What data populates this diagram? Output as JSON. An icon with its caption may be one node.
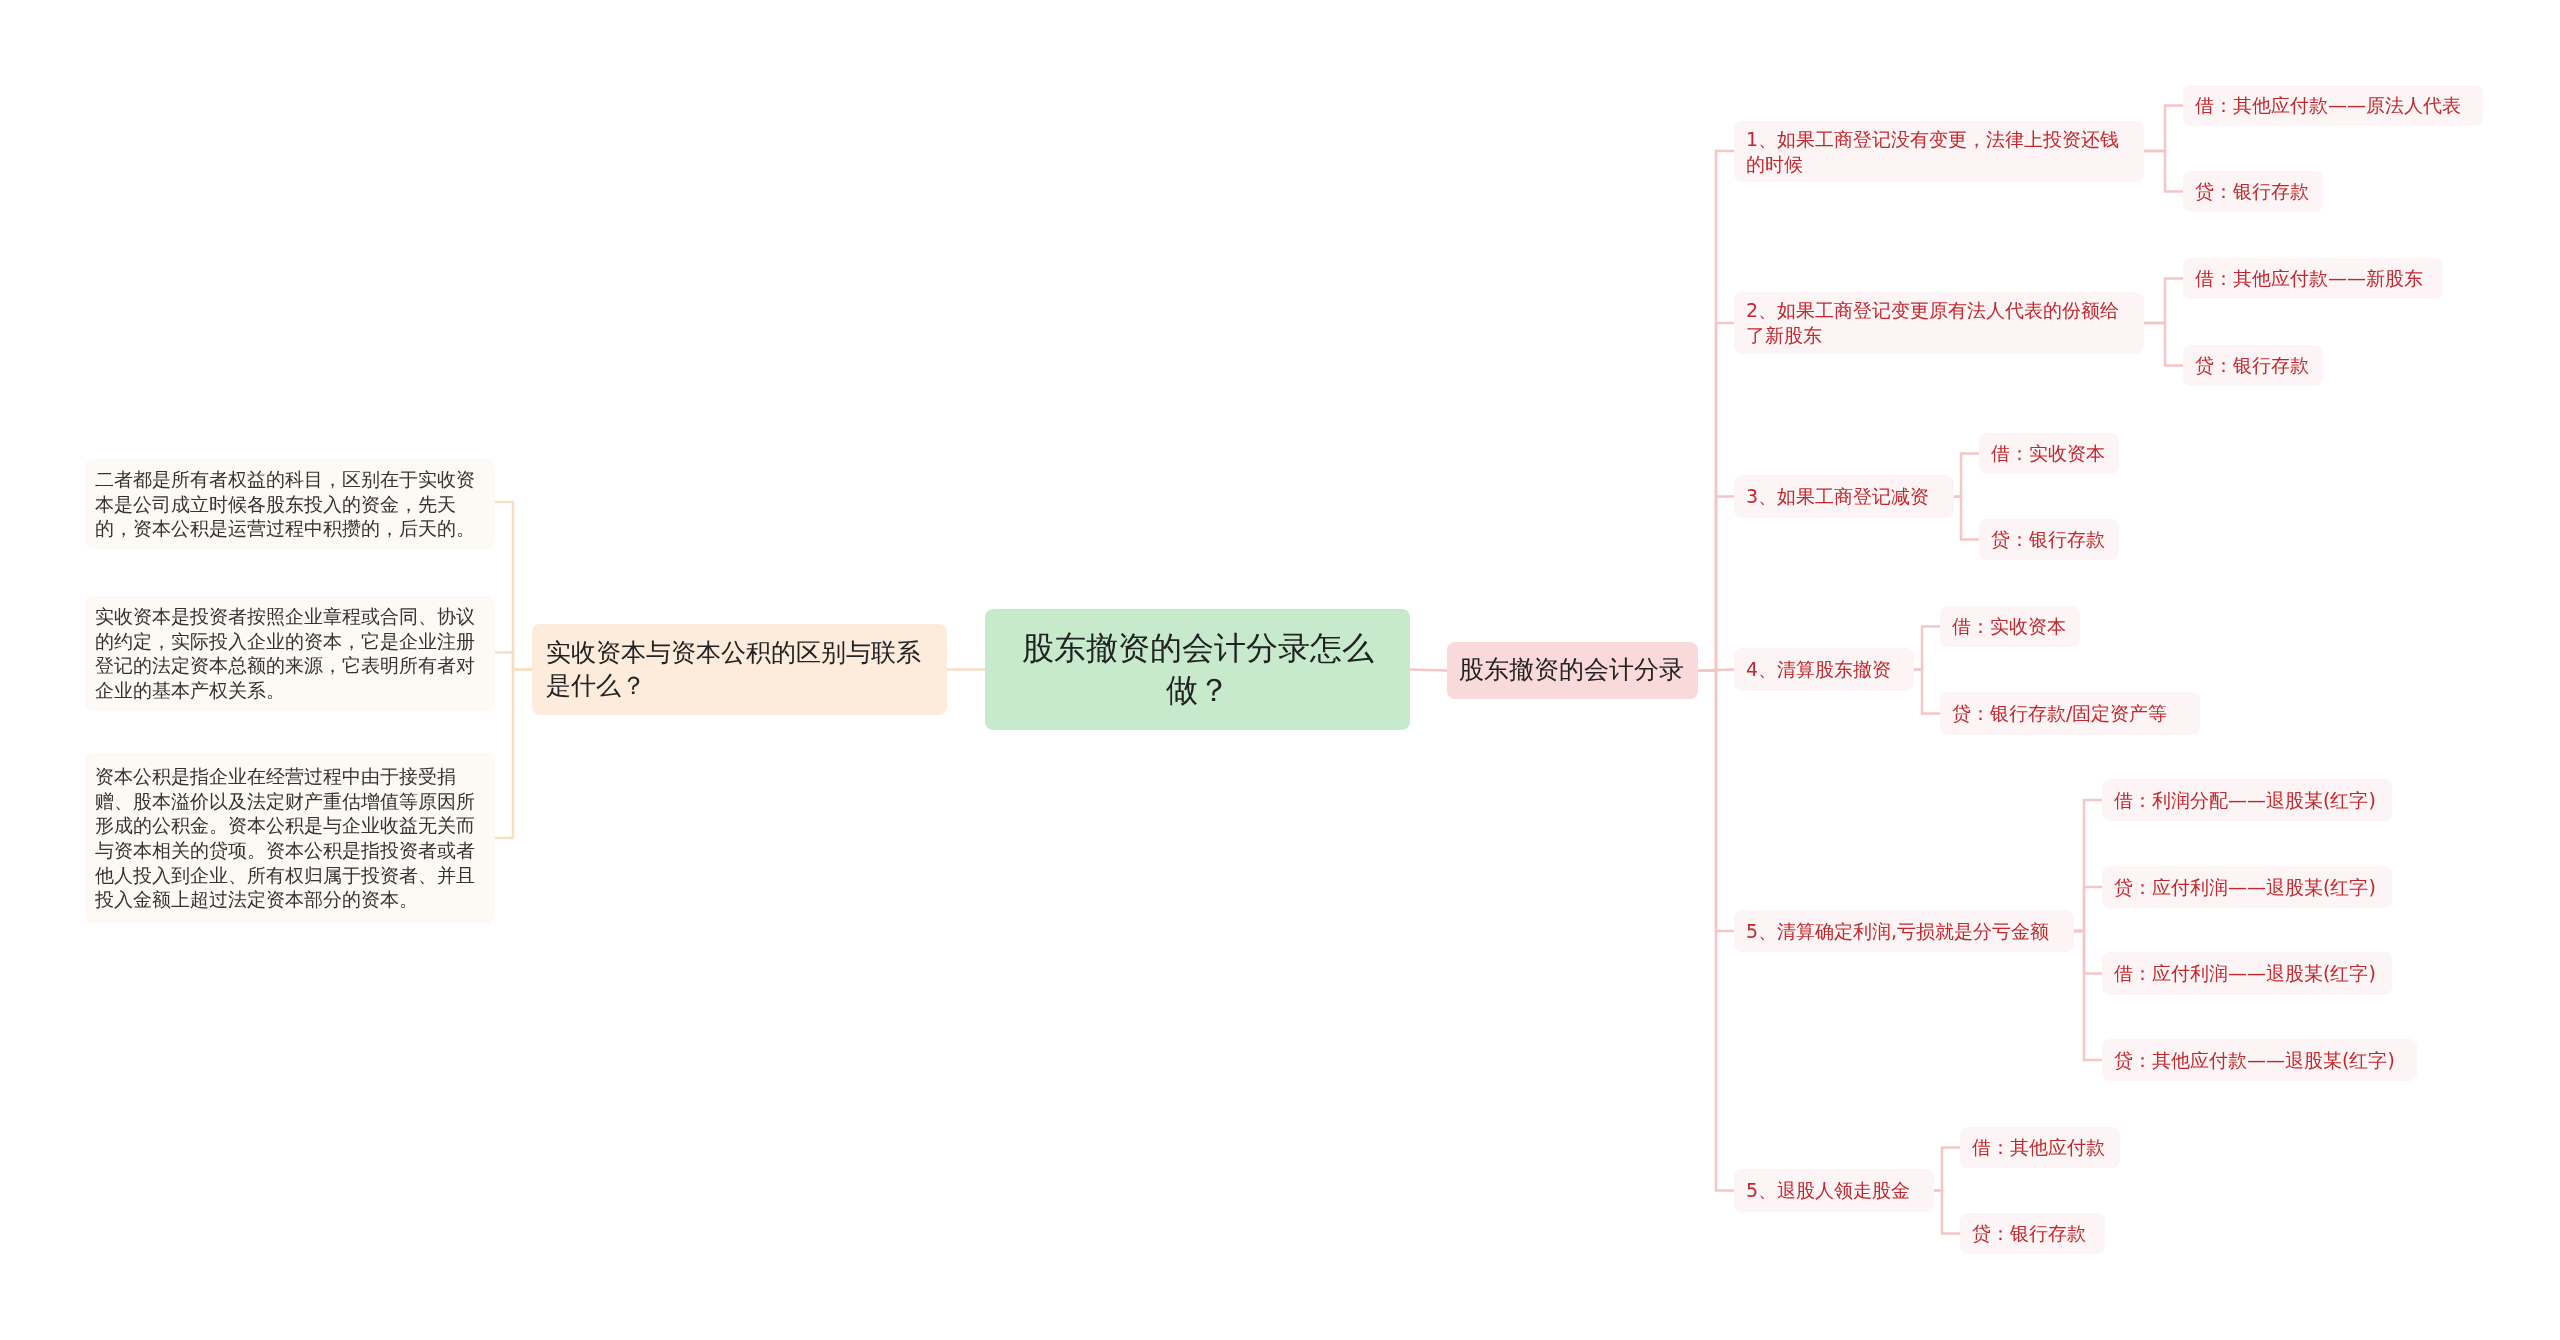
{
  "diagram": {
    "nodes": [
      {
        "text": [
          "股东撤资的会计分录怎么做？"
        ]
      },
      {
        "text": [
          "实收资本与资本公积的区别与联系是什么？"
        ]
      },
      {
        "text": [
          "二者都是所有者权益的科目，区别在于实收资本是公司成立时候各股东投入的资金，先天的，资本公积是运营过程中积攒的，后天的。"
        ]
      },
      {
        "text": [
          "实收资本是投资者按照企业章程或合同、协议的约定，实际投入企业的资本，它是企业注册登记的法定资本总额的来源，它表明所有者对企业的基本产权关系。"
        ]
      },
      {
        "text": [
          "资本公积是指企业在经营过程中由于接受捐赠、股本溢价以及法定财产重估增值等原因所形成的公积金。资本公积是与企业收益无关而与资本相关的贷项。资本公积是指投资者或者他人投入到企业、所有权归属于投资者、并且投入金额上超过法定资本部分的资本。"
        ]
      },
      {
        "text": [
          "股东撤资的会计分录"
        ]
      },
      {
        "text": [
          "1、如果工商登记没有变更，法律上投资还钱的时候"
        ]
      },
      {
        "text": [
          "借：其他应付款——原法人代表"
        ]
      },
      {
        "text": [
          "贷：银行存款"
        ]
      },
      {
        "text": [
          "2、如果工商登记变更原有法人代表的份额给了新股东"
        ]
      },
      {
        "text": [
          "借：其他应付款——新股东"
        ]
      },
      {
        "text": [
          "贷：银行存款"
        ]
      },
      {
        "text": [
          "3、如果工商登记减资"
        ]
      },
      {
        "text": [
          "借：实收资本"
        ]
      },
      {
        "text": [
          "贷：银行存款"
        ]
      },
      {
        "text": [
          "4、清算股东撤资"
        ]
      },
      {
        "text": [
          "借：实收资本"
        ]
      },
      {
        "text": [
          "贷：银行存款/固定资产等"
        ]
      },
      {
        "text": [
          "5、清算确定利润,亏损就是分亏金额"
        ]
      },
      {
        "text": [
          "借：利润分配——退股某(红字)"
        ]
      },
      {
        "text": [
          "贷：应付利润——退股某(红字)"
        ]
      },
      {
        "text": [
          "借：应付利润——退股某(红字)"
        ]
      },
      {
        "text": [
          "贷：其他应付款——退股某(红字)"
        ]
      },
      {
        "text": [
          "5、退股人领走股金"
        ]
      },
      {
        "text": [
          "借：其他应付款"
        ]
      },
      {
        "text": [
          "贷：银行存款"
        ]
      }
    ],
    "edges": [
      {
        "from": 0,
        "to": 1,
        "arrow": "none",
        "color": "#f5dfc5"
      },
      {
        "from": 1,
        "to": 2,
        "arrow": "none",
        "color": "#f5dfc5"
      },
      {
        "from": 1,
        "to": 3,
        "arrow": "none",
        "color": "#f5dfc5"
      },
      {
        "from": 1,
        "to": 4,
        "arrow": "none",
        "color": "#f5dfc5"
      },
      {
        "from": 0,
        "to": 5,
        "arrow": "none"
      },
      {
        "from": 5,
        "to": 6,
        "arrow": "none"
      },
      {
        "from": 6,
        "to": 7,
        "arrow": "none"
      },
      {
        "from": 6,
        "to": 8,
        "arrow": "none"
      },
      {
        "from": 5,
        "to": 9,
        "arrow": "none"
      },
      {
        "from": 9,
        "to": 10,
        "arrow": "none"
      },
      {
        "from": 9,
        "to": 11,
        "arrow": "none"
      },
      {
        "from": 5,
        "to": 12,
        "arrow": "none"
      },
      {
        "from": 12,
        "to": 13,
        "arrow": "none"
      },
      {
        "from": 12,
        "to": 14,
        "arrow": "none"
      },
      {
        "from": 5,
        "to": 15,
        "arrow": "none"
      },
      {
        "from": 15,
        "to": 16,
        "arrow": "none"
      },
      {
        "from": 15,
        "to": 17,
        "arrow": "none"
      },
      {
        "from": 5,
        "to": 18,
        "arrow": "none"
      },
      {
        "from": 18,
        "to": 19,
        "arrow": "none"
      },
      {
        "from": 18,
        "to": 20,
        "arrow": "none"
      },
      {
        "from": 18,
        "to": 21,
        "arrow": "none"
      },
      {
        "from": 18,
        "to": 22,
        "arrow": "none"
      },
      {
        "from": 5,
        "to": 23,
        "arrow": "none"
      },
      {
        "from": 23,
        "to": 24,
        "arrow": "none"
      },
      {
        "from": 23,
        "to": 25,
        "arrow": "none"
      }
    ]
  }
}
